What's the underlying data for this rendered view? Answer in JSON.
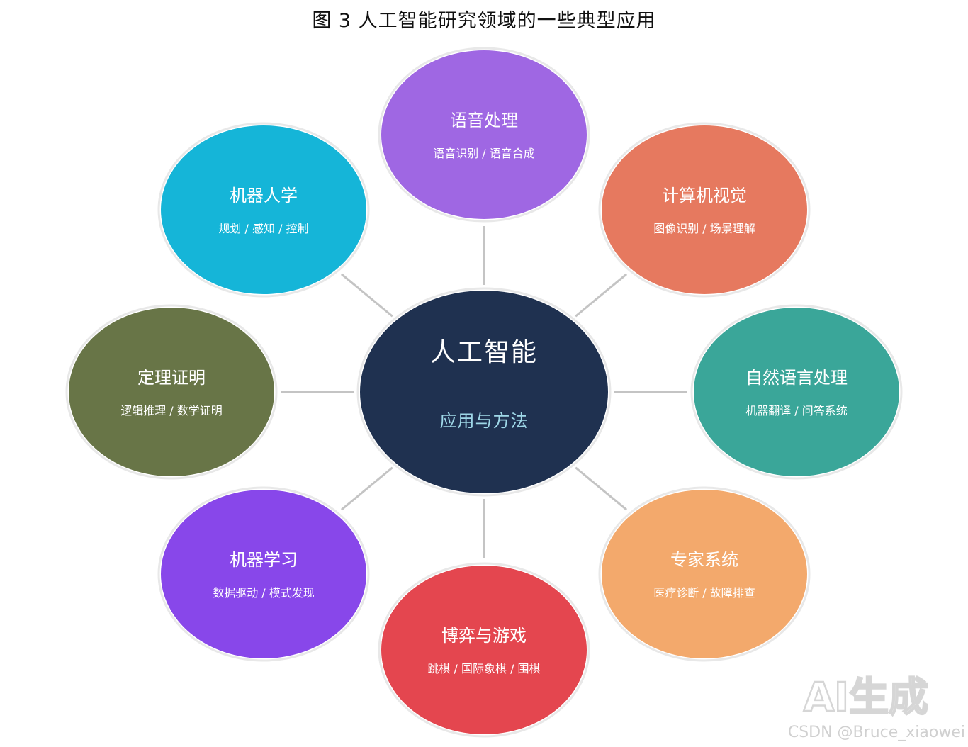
{
  "title": "图 3  人工智能研究领域的一些典型应用",
  "center": {
    "title": "人工智能",
    "subtitle": "应用与方法",
    "color": "#1f3150"
  },
  "nodes": [
    {
      "id": "speech",
      "title": "语音处理",
      "subtitle": "语音识别 / 语音合成",
      "color": "#9f67e3"
    },
    {
      "id": "vision",
      "title": "计算机视觉",
      "subtitle": "图像识别 / 场景理解",
      "color": "#e6795f"
    },
    {
      "id": "nlp",
      "title": "自然语言处理",
      "subtitle": "机器翻译 / 问答系统",
      "color": "#3aa699"
    },
    {
      "id": "expert",
      "title": "专家系统",
      "subtitle": "医疗诊断 / 故障排查",
      "color": "#f3a96c"
    },
    {
      "id": "games",
      "title": "博弈与游戏",
      "subtitle": "跳棋 / 国际象棋 / 围棋",
      "color": "#e4464f"
    },
    {
      "id": "ml",
      "title": "机器学习",
      "subtitle": "数据驱动 / 模式发现",
      "color": "#8847ea"
    },
    {
      "id": "theorem",
      "title": "定理证明",
      "subtitle": "逻辑推理 / 数学证明",
      "color": "#687547"
    },
    {
      "id": "robotics",
      "title": "机器人学",
      "subtitle": "规划 / 感知 / 控制",
      "color": "#15b5d8"
    }
  ],
  "watermark": {
    "main": "AI生成",
    "credit": "CSDN @Bruce_xiaowei"
  }
}
